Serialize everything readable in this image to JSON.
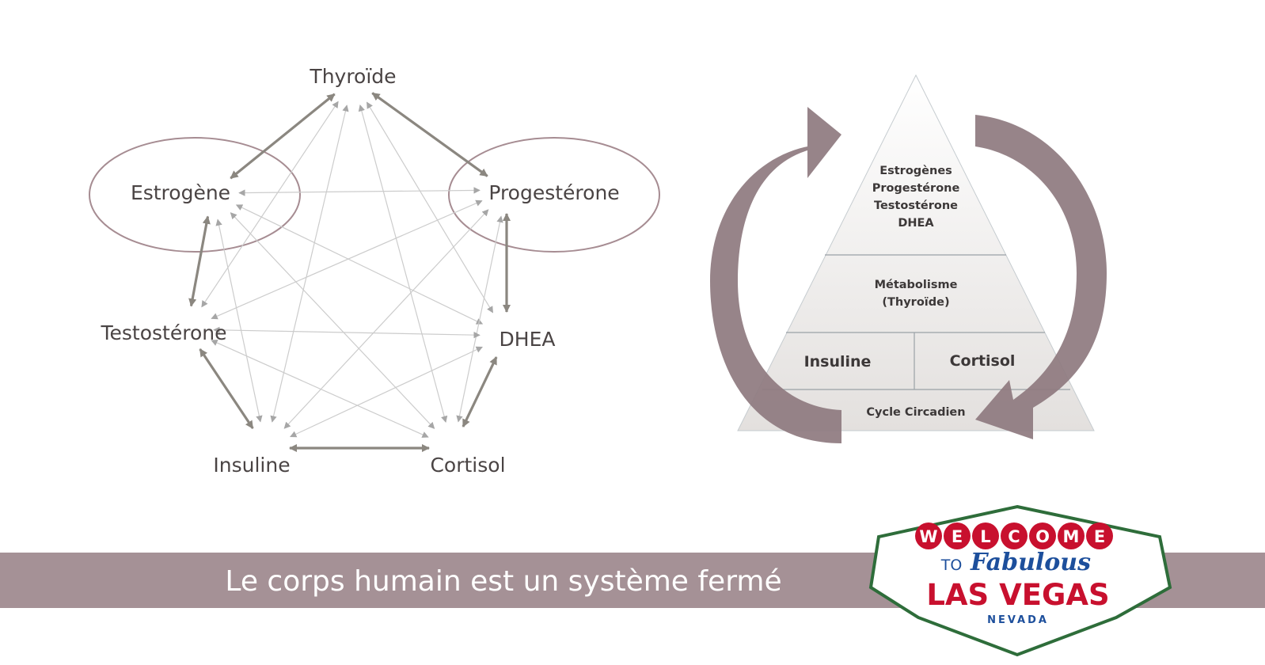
{
  "network": {
    "nodes": [
      {
        "id": "thyroide",
        "label": "Thyroïde"
      },
      {
        "id": "estrogene",
        "label": "Estrogène"
      },
      {
        "id": "progesterone",
        "label": "Progestérone"
      },
      {
        "id": "testosterone",
        "label": "Testostérone"
      },
      {
        "id": "dhea",
        "label": "DHEA"
      },
      {
        "id": "insuline",
        "label": "Insuline"
      },
      {
        "id": "cortisol",
        "label": "Cortisol"
      }
    ],
    "strong_links": [
      [
        "thyroide",
        "estrogene"
      ],
      [
        "thyroide",
        "progesterone"
      ],
      [
        "estrogene",
        "testosterone"
      ],
      [
        "progesterone",
        "dhea"
      ],
      [
        "testosterone",
        "insuline"
      ],
      [
        "dhea",
        "cortisol"
      ],
      [
        "insuline",
        "cortisol"
      ]
    ],
    "weak_links": [
      [
        "thyroide",
        "testosterone"
      ],
      [
        "thyroide",
        "dhea"
      ],
      [
        "thyroide",
        "insuline"
      ],
      [
        "thyroide",
        "cortisol"
      ],
      [
        "estrogene",
        "progesterone"
      ],
      [
        "estrogene",
        "dhea"
      ],
      [
        "estrogene",
        "insuline"
      ],
      [
        "estrogene",
        "cortisol"
      ],
      [
        "progesterone",
        "testosterone"
      ],
      [
        "progesterone",
        "insuline"
      ],
      [
        "progesterone",
        "cortisol"
      ],
      [
        "testosterone",
        "dhea"
      ],
      [
        "testosterone",
        "cortisol"
      ],
      [
        "dhea",
        "insuline"
      ]
    ],
    "colors": {
      "strong": "#8b8780",
      "weak": "#cccccc",
      "ellipse": "#a68c92",
      "text": "#4a4444"
    }
  },
  "pyramid": {
    "tiers": {
      "top": [
        "Estrogènes",
        "Progestérone",
        "Testostérone",
        "DHEA"
      ],
      "middle": [
        "Métabolisme",
        "(Thyroïde)"
      ],
      "insuline": "Insuline",
      "cortisol": "Cortisol",
      "base": "Cycle Circadien"
    },
    "colors": {
      "cycle_arrow": "#8f7b80",
      "fill_light": "#ffffff",
      "fill_dark": "#e3e0de",
      "lines": "#9aa1a6"
    }
  },
  "banner": {
    "text": "Le corps humain est un système fermé",
    "color": "#a59196"
  },
  "sign": {
    "welcome_letters": [
      "W",
      "E",
      "L",
      "C",
      "O",
      "M",
      "E"
    ],
    "to": "TO",
    "fabulous": "Fabulous",
    "las_vegas": "LAS VEGAS",
    "nevada": "NEVADA"
  }
}
